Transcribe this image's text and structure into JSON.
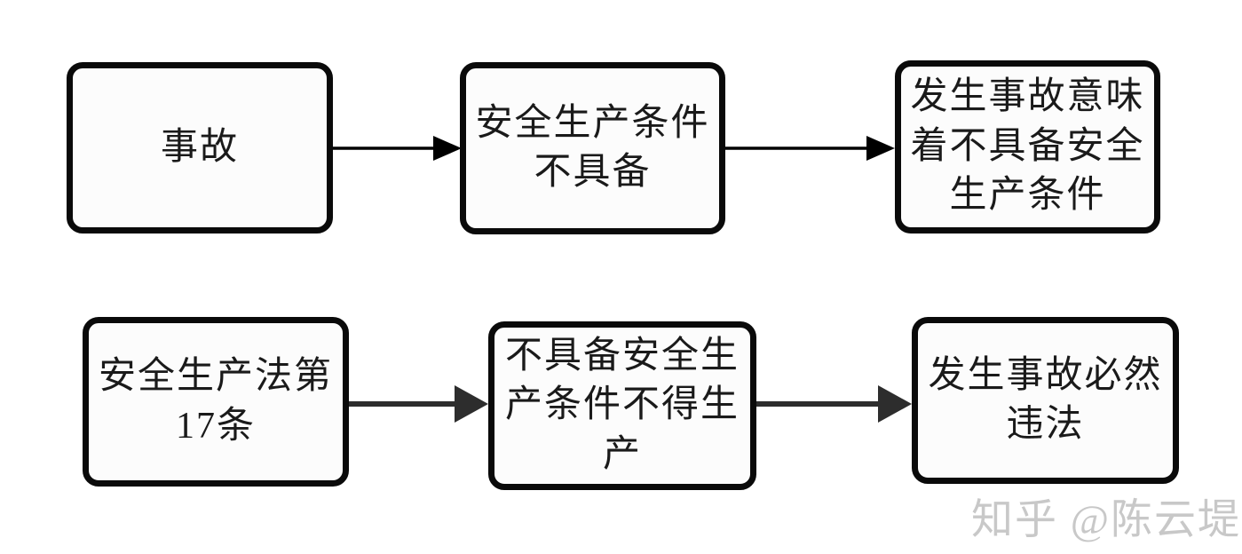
{
  "flowchart": {
    "rows": [
      {
        "boxes": [
          {
            "label": "事故"
          },
          {
            "label": "安全生产条件\n不具备"
          },
          {
            "label": "发生事故意味\n着不具备安全\n生产条件"
          }
        ]
      },
      {
        "boxes": [
          {
            "label": "安全生产法第\n17条"
          },
          {
            "label": "不具备安全生\n产条件不得生\n产"
          },
          {
            "label": "发生事故必然\n违法"
          }
        ]
      }
    ],
    "arrows": [
      {
        "from": "row1-box1",
        "to": "row1-box2",
        "style": "thin"
      },
      {
        "from": "row1-box2",
        "to": "row1-box3",
        "style": "thin"
      },
      {
        "from": "row2-box1",
        "to": "row2-box2",
        "style": "thick"
      },
      {
        "from": "row2-box2",
        "to": "row2-box3",
        "style": "thick"
      }
    ],
    "colors": {
      "background": "#ffffff",
      "box_border": "#0a0a0a",
      "box_fill": "#fcfcfc",
      "arrow_thin": "#000000",
      "arrow_thick": "#2d2d2d",
      "watermark": "#c8c8c8"
    }
  },
  "watermark": {
    "text": "知乎 @陈云堤"
  }
}
